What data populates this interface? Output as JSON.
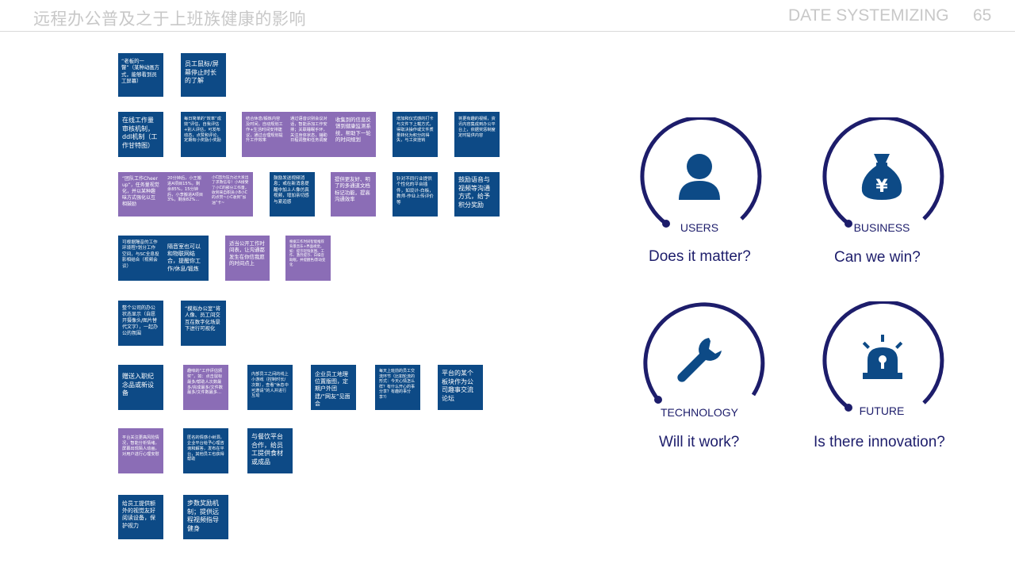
{
  "header": {
    "title": "远程办公普及之于上班族健康的影响",
    "section": "DATE SYSTEMIZING",
    "page_number": "65"
  },
  "cards": [
    {
      "id": "c1",
      "color": "blue",
      "text": "“老板的一瞥”（某种动画方式，能够看到员工屏幕）"
    },
    {
      "id": "c2",
      "color": "blue",
      "text": "员工鼠标/屏幕停止时长的了解"
    },
    {
      "id": "c3",
      "color": "blue",
      "text": "在线工作量审核机制，ddl机制（工作甘特图）"
    },
    {
      "id": "c4",
      "color": "blue",
      "text": "每日简单的“效率”成效”评估，自我评估+别人评估，可发布动态，点赞和评论，定期有小奖励小奖励"
    },
    {
      "id": "c5",
      "color": "purple",
      "text": "结合休息/锻炼内容及时间，自动规划工作+生活时间安排建议，通过合理规划提升工作效率"
    },
    {
      "id": "c6",
      "color": "purple",
      "text": "通过语音识别会议对话，智能添加工作安排；关联睡眠手环，关注身体状态，辅助日程调整和任务调度"
    },
    {
      "id": "c7",
      "color": "purple",
      "text": "收集到的信息反馈到健康监测系统，帮助下一轮的时间规划"
    },
    {
      "id": "c8",
      "color": "blue",
      "text": "增加和仪式感的打卡与文件下上载方式，得取决操作或文件质量转化为积分的得失，与工资挂钩"
    },
    {
      "id": "c9",
      "color": "blue",
      "text": "将更有趣的视频，资讯内容集成到办公平台上，依据奖惩制度定时提供内容"
    },
    {
      "id": "c10",
      "color": "purple",
      "text": "“团队工作Cheer up”，任务量视觉化，并以某种趣味方式强化以互相鼓励"
    },
    {
      "id": "c11",
      "color": "purple",
      "text": "20分钟后，小王搬进A项目15%，剩余85%，15分钟后，小李搬进A项目3%，剩余82%..."
    },
    {
      "id": "c12",
      "color": "purple",
      "text": "小C因为压力过大发出了求救信号！小A接受了小C的部分工作量，收到来自职员小B小C的点赞~小C收到“加油”卡~"
    },
    {
      "id": "c13",
      "color": "blue",
      "text": "鼓励发送视频消息；或在新消息提醒中加上人像仿真视频，增加亲切感与紧迫感"
    },
    {
      "id": "c14",
      "color": "purple",
      "text": "提供更友好、明了的多通道文档标记功能，提高沟通效率"
    },
    {
      "id": "c15",
      "color": "blue",
      "text": "针对不同行业提供个性化的平台插件，如设计-白板，教师-作业上传评价等"
    },
    {
      "id": "c16",
      "color": "blue",
      "text": "鼓励语音与视频等沟通方式，给予积分奖励"
    },
    {
      "id": "c17",
      "color": "blue",
      "text": "可根据隔音的工作环境程?划分工作空间，与SC全息投影相结合（视频会议）"
    },
    {
      "id": "c18",
      "color": "blue",
      "text": "隔音室也可以和物联网结合，提醒你工作/休息/锻炼"
    },
    {
      "id": "c19",
      "color": "purple",
      "text": "适当公开工作时间表，让沟通都发生在你信我愿的时间点上"
    },
    {
      "id": "c20",
      "color": "purple",
      "text": "根据工作时间智能推荐背景音乐+界面视觉，如：提示轻快氛围、工作、激烈提示、白噪音助眠，并提醒色/影动变化"
    },
    {
      "id": "c21",
      "color": "blue",
      "text": "整个公司的办公状态显示（自愿开摄像头/图片替代文字），一起办公的氛围"
    },
    {
      "id": "c22",
      "color": "blue",
      "text": "“模拟办公室”将人像、员工间交互在数字化场景下进行可视化"
    },
    {
      "id": "c23",
      "color": "blue",
      "text": "赠送入职纪念品或新设备"
    },
    {
      "id": "c24",
      "color": "purple",
      "text": "趣味的“工作评估颁奖”，如：点击鼠标最多/帮助人次数最多/完成最多/文件数最多/文件数最多..."
    },
    {
      "id": "c25",
      "color": "blue",
      "text": "内部员工之间的线上小游戏（控制时长/次数），查看“休息中可邀请”的人并进行互动"
    },
    {
      "id": "c26",
      "color": "blue",
      "text": "企业员工地理位置版图，定期户外团建/“网友”见面会"
    },
    {
      "id": "c27",
      "color": "blue",
      "text": "每天上班前的员工交流环节（比如轮流的形式：今天心情怎么样？有什么开心的事分享？有趣的事分享?）"
    },
    {
      "id": "c28",
      "color": "blue",
      "text": "平台的某个板块作为公司趣事交流论坛"
    },
    {
      "id": "c29",
      "color": "purple",
      "text": "平台关注更高风险情况，智能分析情绪，屏幕出现陌人动画，对用户进行心理安慰"
    },
    {
      "id": "c30",
      "color": "blue",
      "text": "匿名的情感小树洞，企业平台给予心理咨询和解答，发布在平台，其他员工也获得帮助"
    },
    {
      "id": "c31",
      "color": "blue",
      "text": "与餐饮平台合作，给员工提供食材或成品"
    },
    {
      "id": "c32",
      "color": "blue",
      "text": "给员工提供额外的视觉友好阅读设备，保护视力"
    },
    {
      "id": "c33",
      "color": "blue",
      "text": "步数奖励机制；提供远程视频指导健身"
    }
  ],
  "pillars": [
    {
      "id": "users",
      "label": "USERS",
      "question": "Does it matter?",
      "icon": "user-icon"
    },
    {
      "id": "business",
      "label": "BUSINESS",
      "question": "Can we win?",
      "icon": "money-bag-icon"
    },
    {
      "id": "technology",
      "label": "TECHNOLOGY",
      "question": "Will it work?",
      "icon": "wrench-icon"
    },
    {
      "id": "future",
      "label": "FUTURE",
      "question": "Is there innovation?",
      "icon": "alarm-light-icon"
    }
  ],
  "colors": {
    "blue": "#0d4a86",
    "purple": "#8b6db6",
    "navy": "#1d1d6b",
    "header_gray": "#c8c8c8"
  }
}
